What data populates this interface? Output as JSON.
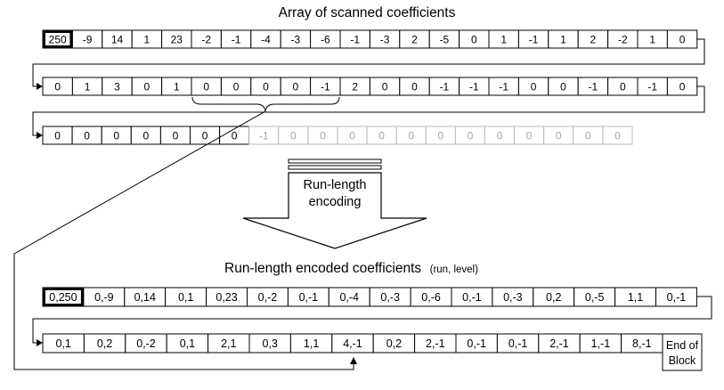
{
  "titles": {
    "scanned": "Array of scanned coefficients",
    "encoded": "Run-length encoded coefficients",
    "encoded_suffix": "(run, level)",
    "arrow_label_line1": "Run-length",
    "arrow_label_line2": "encoding"
  },
  "scanned_rows": [
    [
      "250",
      "-9",
      "14",
      "1",
      "23",
      "-2",
      "-1",
      "-4",
      "-3",
      "-6",
      "-1",
      "-3",
      "2",
      "-5",
      "0",
      "1",
      "-1",
      "1",
      "2",
      "-2",
      "1",
      "0"
    ],
    [
      "0",
      "1",
      "3",
      "0",
      "1",
      "0",
      "0",
      "0",
      "0",
      "-1",
      "2",
      "0",
      "0",
      "-1",
      "-1",
      "-1",
      "0",
      "0",
      "-1",
      "0",
      "-1",
      "0"
    ],
    [
      "0",
      "0",
      "0",
      "0",
      "0",
      "0",
      "0",
      "-1",
      "0",
      "0",
      "0",
      "0",
      "0",
      "0",
      "0",
      "0",
      "0",
      "0",
      "0",
      "0"
    ]
  ],
  "encoded_rows": [
    [
      "0,250",
      "0,-9",
      "0,14",
      "0,1",
      "0,23",
      "0,-2",
      "0,-1",
      "0,-4",
      "0,-3",
      "0,-6",
      "0,-1",
      "0,-3",
      "0,2",
      "0,-5",
      "1,1",
      "0,-1"
    ],
    [
      "0,1",
      "0,2",
      "0,-2",
      "0,1",
      "2,1",
      "0,3",
      "1,1",
      "4,-1",
      "0,2",
      "2,-1",
      "0,-1",
      "0,-1",
      "2,-1",
      "1,-1",
      "8,-1"
    ]
  ],
  "end_of_block": [
    "End of",
    "Block"
  ],
  "colors": {
    "text": "#000000",
    "faded_text": "#a8a8a8",
    "faded_border": "#b8b8b8",
    "line": "#000000"
  }
}
